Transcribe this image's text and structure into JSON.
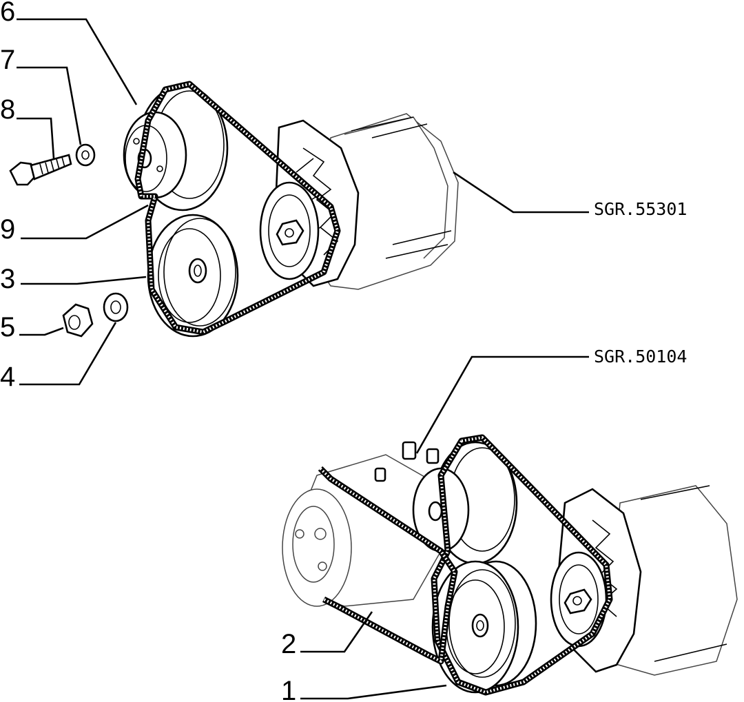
{
  "callouts": {
    "c6": "6",
    "c7": "7",
    "c8": "8",
    "c9": "9",
    "c3": "3",
    "c5": "5",
    "c4": "4",
    "c2": "2",
    "c1": "1"
  },
  "references": {
    "top_assembly": "SGR.55301",
    "bottom_assembly": "SGR.50104"
  }
}
